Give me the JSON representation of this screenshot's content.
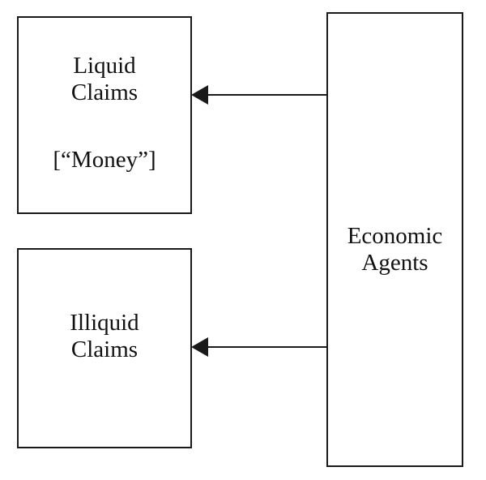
{
  "diagram": {
    "boxes": {
      "liquid": {
        "line1": "Liquid",
        "line2": "Claims",
        "annotation": "[“Money”]"
      },
      "illiquid": {
        "line1": "Illiquid",
        "line2": "Claims"
      },
      "agents": {
        "line1": "Economic",
        "line2": "Agents"
      }
    },
    "arrows": [
      {
        "from": "Economic Agents",
        "to": "Liquid Claims",
        "direction": "left"
      },
      {
        "from": "Economic Agents",
        "to": "Illiquid Claims",
        "direction": "left"
      }
    ],
    "colors": {
      "background": "#ffffff",
      "border": "#1a1a1a",
      "text": "#111111",
      "arrow": "#1a1a1a"
    }
  }
}
